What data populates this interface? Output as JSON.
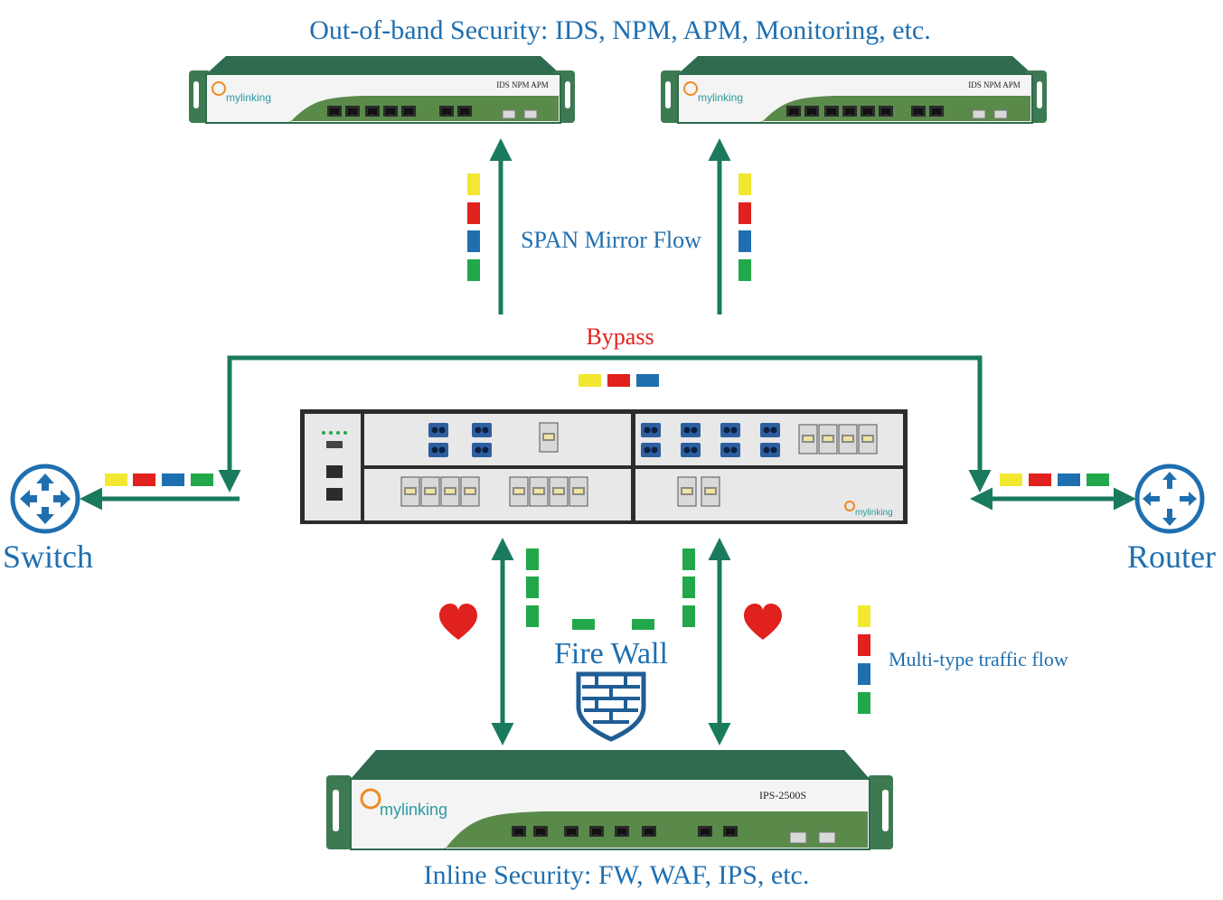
{
  "titles": {
    "out_of_band": "Out-of-band Security: IDS, NPM, APM, Monitoring, etc.",
    "inline": "Inline Security: FW, WAF, IPS, etc."
  },
  "flow_labels": {
    "span": "SPAN Mirror Flow",
    "bypass": "Bypass",
    "firewall": "Fire Wall",
    "multi_type": "Multi-type traffic flow"
  },
  "nodes": {
    "switch": "Switch",
    "router": "Router"
  },
  "devices": {
    "ids_left": {
      "brand": "mylinking",
      "model": "IDS NPM APM"
    },
    "ids_right": {
      "brand": "mylinking",
      "model": "IDS NPM APM"
    },
    "bypass_switch": {
      "brand": "mylinking"
    },
    "ips": {
      "brand": "mylinking",
      "model": "IPS-2500S"
    }
  },
  "colors": {
    "arrow": "#1a7a5e",
    "title_blue": "#1f6fb0",
    "bypass_red": "#e0211d",
    "traffic_yellow": "#f2e831",
    "traffic_red": "#e0211d",
    "traffic_blue": "#1f6fb0",
    "traffic_green": "#22a84a",
    "chassis_green": "#2f6b4f",
    "panel_green": "#5a8a4a"
  },
  "icons": {
    "switch": "switch-arrows-icon",
    "router": "router-arrows-icon",
    "firewall": "firewall-shield-icon",
    "heart": "heart-icon"
  }
}
